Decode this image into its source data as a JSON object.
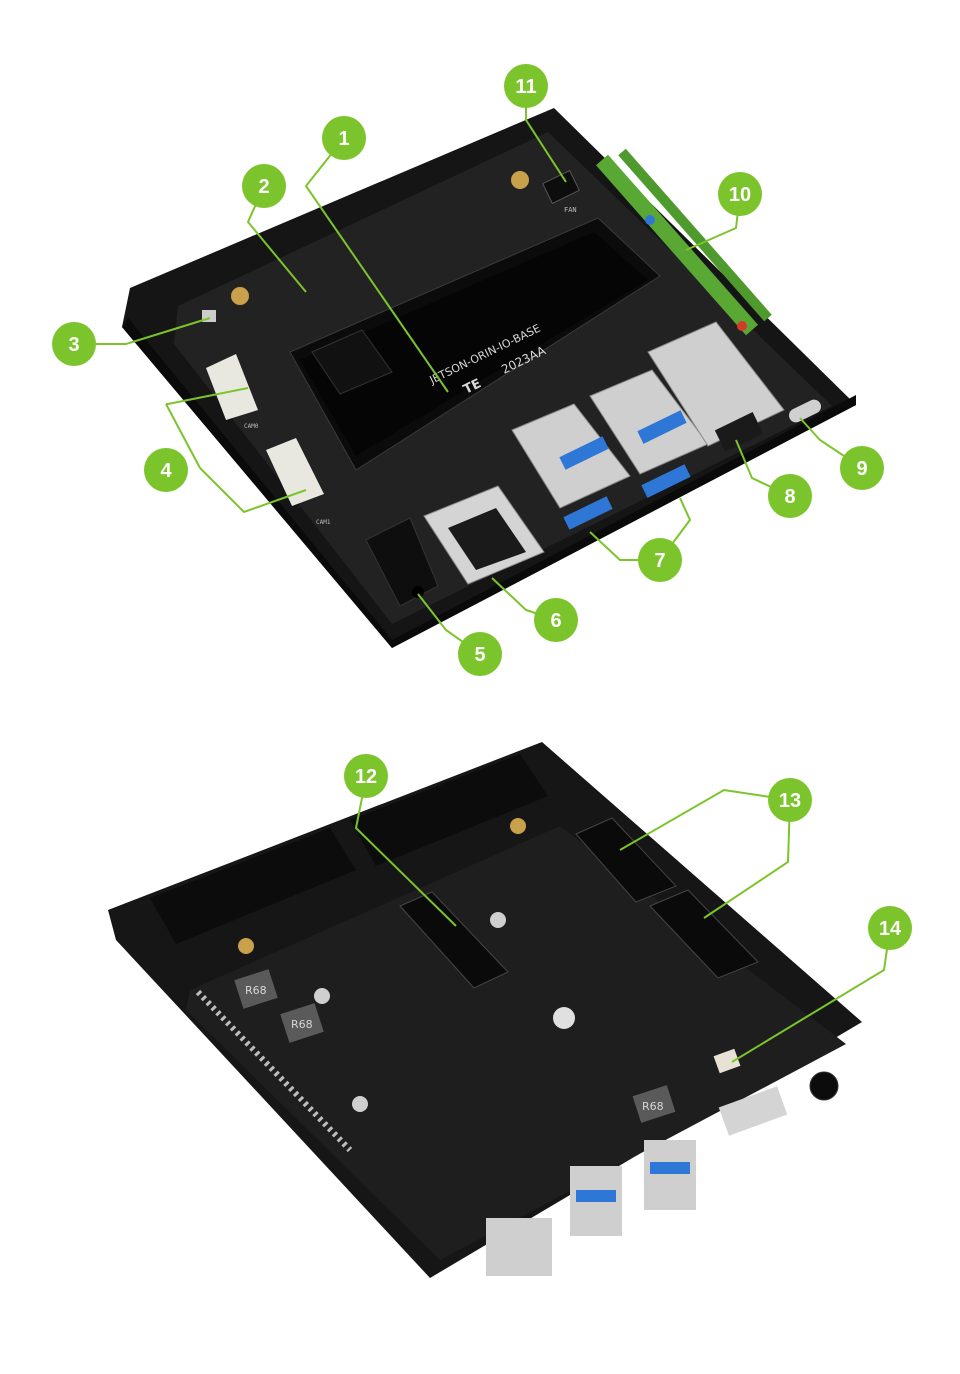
{
  "callouts": [
    {
      "id": "1",
      "label": "1"
    },
    {
      "id": "2",
      "label": "2"
    },
    {
      "id": "3",
      "label": "3"
    },
    {
      "id": "4",
      "label": "4"
    },
    {
      "id": "5",
      "label": "5"
    },
    {
      "id": "6",
      "label": "6"
    },
    {
      "id": "7",
      "label": "7"
    },
    {
      "id": "8",
      "label": "8"
    },
    {
      "id": "9",
      "label": "9"
    },
    {
      "id": "10",
      "label": "10"
    },
    {
      "id": "11",
      "label": "11"
    },
    {
      "id": "12",
      "label": "12"
    },
    {
      "id": "13",
      "label": "13"
    },
    {
      "id": "14",
      "label": "14"
    }
  ],
  "silkscreen": {
    "board_name": "JETSON-ORIN-IO-BASE",
    "connector_brand": "TE",
    "connector_code": "2023AA",
    "cam0": "CAM0",
    "cam1": "CAM1",
    "fan": "FAN",
    "inductor_1": "R68",
    "inductor_2": "R68",
    "inductor_3": "R68"
  },
  "colors": {
    "accent": "#7cc42b",
    "board": "#1c1c1c",
    "case": "#111111",
    "usb_blue": "#2f77d6"
  }
}
